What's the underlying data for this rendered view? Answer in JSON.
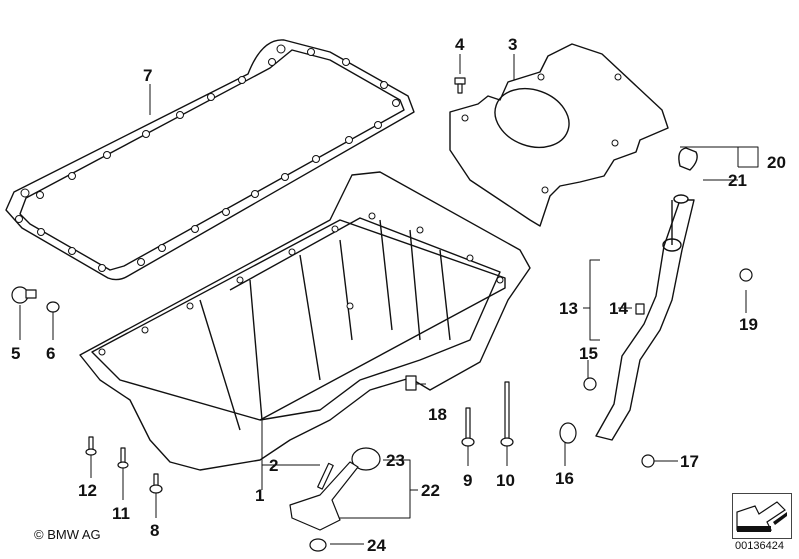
{
  "diagram": {
    "title": "Oil pan exploded view",
    "copyright": "© BMW AG",
    "part_number": "00136424",
    "nav_icon": "arrow-down-left-icon",
    "callouts": [
      {
        "id": "1",
        "part": "oil-pan"
      },
      {
        "id": "2",
        "part": "seal"
      },
      {
        "id": "3",
        "part": "cover-plate"
      },
      {
        "id": "4",
        "part": "bolt"
      },
      {
        "id": "5",
        "part": "drain-plug"
      },
      {
        "id": "6",
        "part": "washer"
      },
      {
        "id": "7",
        "part": "gasket"
      },
      {
        "id": "8",
        "part": "bolt"
      },
      {
        "id": "9",
        "part": "bolt"
      },
      {
        "id": "10",
        "part": "bolt"
      },
      {
        "id": "11",
        "part": "bolt"
      },
      {
        "id": "12",
        "part": "bolt"
      },
      {
        "id": "13",
        "part": "dipstick-tube"
      },
      {
        "id": "14",
        "part": "clip"
      },
      {
        "id": "15",
        "part": "clip"
      },
      {
        "id": "16",
        "part": "o-ring"
      },
      {
        "id": "17",
        "part": "bolt"
      },
      {
        "id": "18",
        "part": "clip-nut"
      },
      {
        "id": "19",
        "part": "bolt"
      },
      {
        "id": "20",
        "part": "dipstick"
      },
      {
        "id": "21",
        "part": "o-ring"
      },
      {
        "id": "22",
        "part": "oil-level-sensor"
      },
      {
        "id": "23",
        "part": "o-ring"
      },
      {
        "id": "24",
        "part": "nut"
      }
    ]
  }
}
